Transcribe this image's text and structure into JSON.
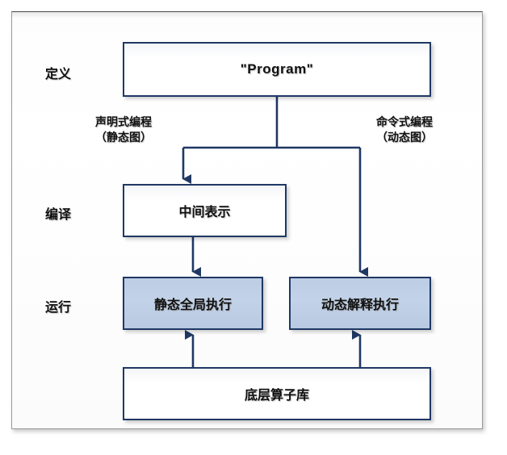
{
  "diagram": {
    "title_text": "\"Program\"",
    "stage_labels": [
      {
        "id": "define",
        "text": "定义"
      },
      {
        "id": "compile",
        "text": "编译"
      },
      {
        "id": "run",
        "text": "运行"
      }
    ],
    "nodes": [
      {
        "id": "program",
        "label": "\"Program\"",
        "style": "plain"
      },
      {
        "id": "ir",
        "label": "中间表示",
        "style": "plain"
      },
      {
        "id": "static",
        "label": "静态全局执行",
        "style": "filled"
      },
      {
        "id": "dynamic",
        "label": "动态解释执行",
        "style": "filled"
      },
      {
        "id": "oplib",
        "label": "底层算子库",
        "style": "plain"
      }
    ],
    "edge_labels": [
      {
        "id": "declarative",
        "line1": "声明式编程",
        "line2": "（静态图）"
      },
      {
        "id": "imperative",
        "line1": "命令式编程",
        "line2": "（动态图）"
      }
    ],
    "colors": {
      "border": "#1f3864",
      "fill_light": "#c2d2e8",
      "fill_white": "#ffffff",
      "text": "#101010",
      "frame": "#9a9a9a",
      "background": "#ffffff"
    }
  }
}
